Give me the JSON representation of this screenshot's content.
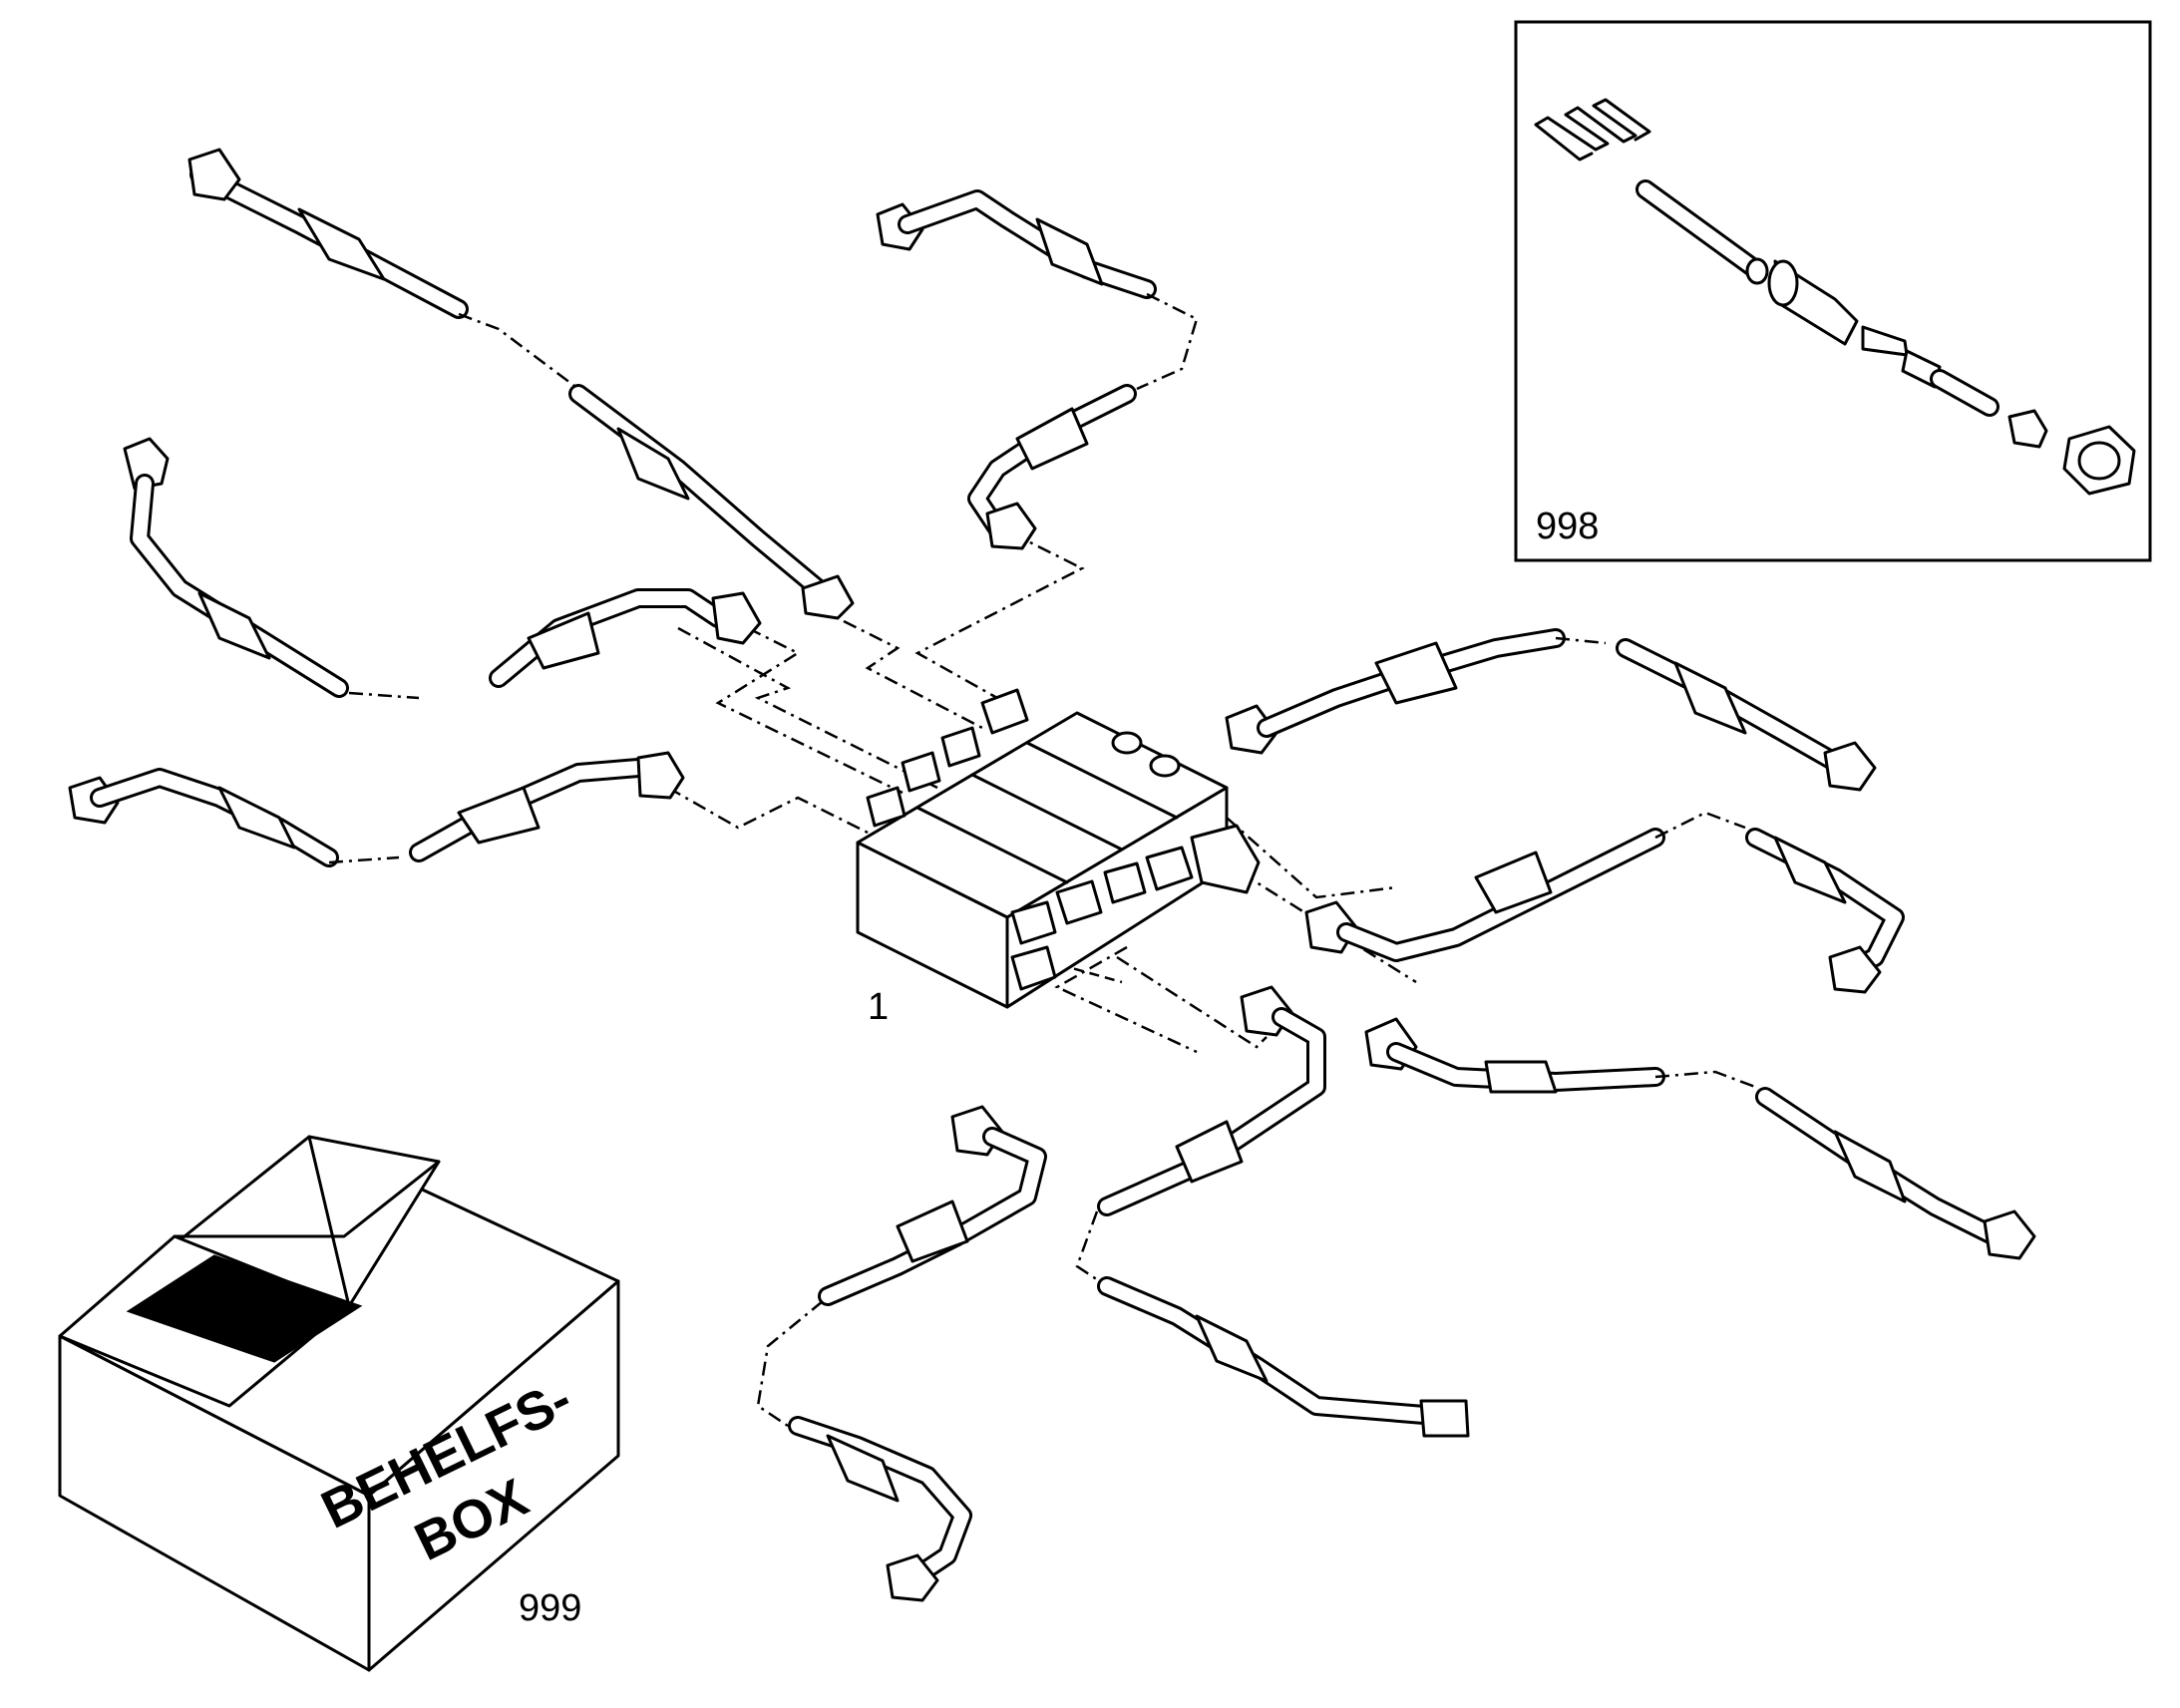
{
  "diagram": {
    "callouts": {
      "valve_block": "1",
      "repair_kit": "998",
      "auxiliary_box": "999"
    },
    "box_label": {
      "line1": "BEHELFS-",
      "line2": "BOX"
    },
    "icons": [
      "distributor-valve-block-icon",
      "pipe-fitting-icon",
      "spring-icon",
      "hex-nut-icon",
      "cardboard-box-icon"
    ]
  }
}
